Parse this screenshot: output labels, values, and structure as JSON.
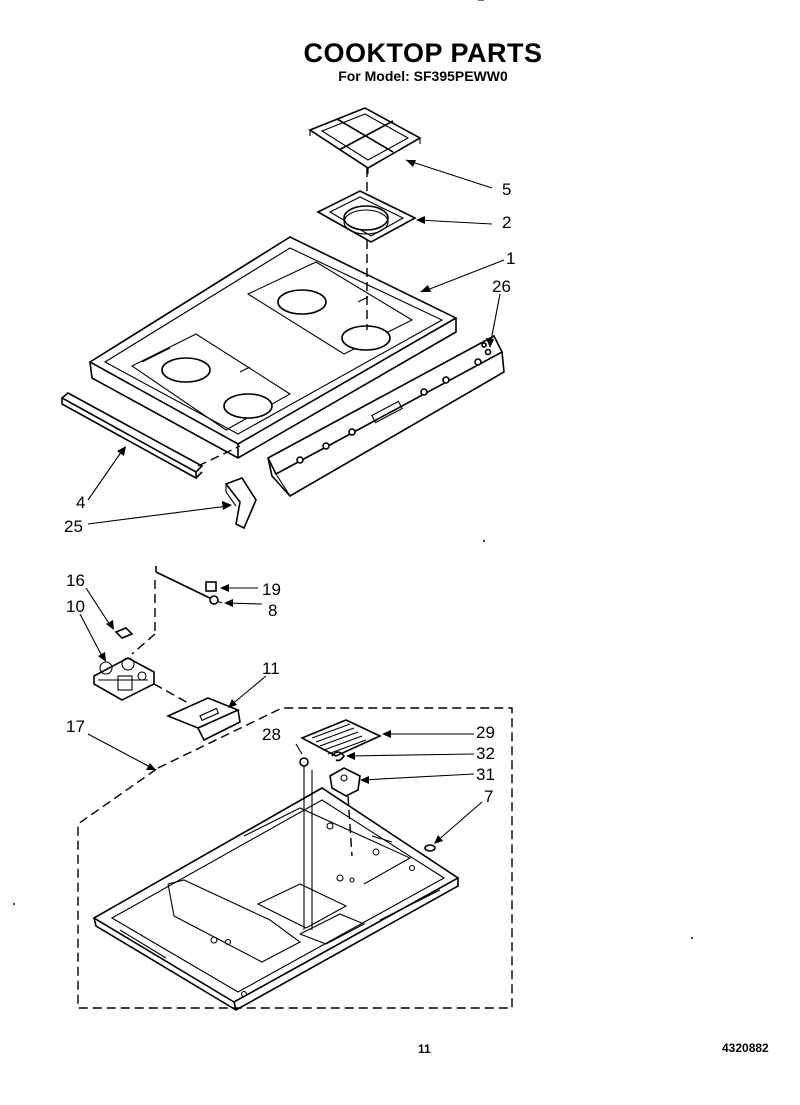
{
  "header": {
    "title": "COOKTOP PARTS",
    "subtitle": "For Model: SF395PEWW0"
  },
  "callouts": [
    {
      "id": "c5",
      "label": "5"
    },
    {
      "id": "c2",
      "label": "2"
    },
    {
      "id": "c1",
      "label": "1"
    },
    {
      "id": "c26",
      "label": "26"
    },
    {
      "id": "c4",
      "label": "4"
    },
    {
      "id": "c25",
      "label": "25"
    },
    {
      "id": "c16",
      "label": "16"
    },
    {
      "id": "c19",
      "label": "19"
    },
    {
      "id": "c10",
      "label": "10"
    },
    {
      "id": "c8",
      "label": "8"
    },
    {
      "id": "c11",
      "label": "11"
    },
    {
      "id": "c17",
      "label": "17"
    },
    {
      "id": "c28",
      "label": "28"
    },
    {
      "id": "c29",
      "label": "29"
    },
    {
      "id": "c32",
      "label": "32"
    },
    {
      "id": "c31",
      "label": "31"
    },
    {
      "id": "c7",
      "label": "7"
    }
  ],
  "footer": {
    "page_number": "11",
    "doc_number": "4320882"
  }
}
